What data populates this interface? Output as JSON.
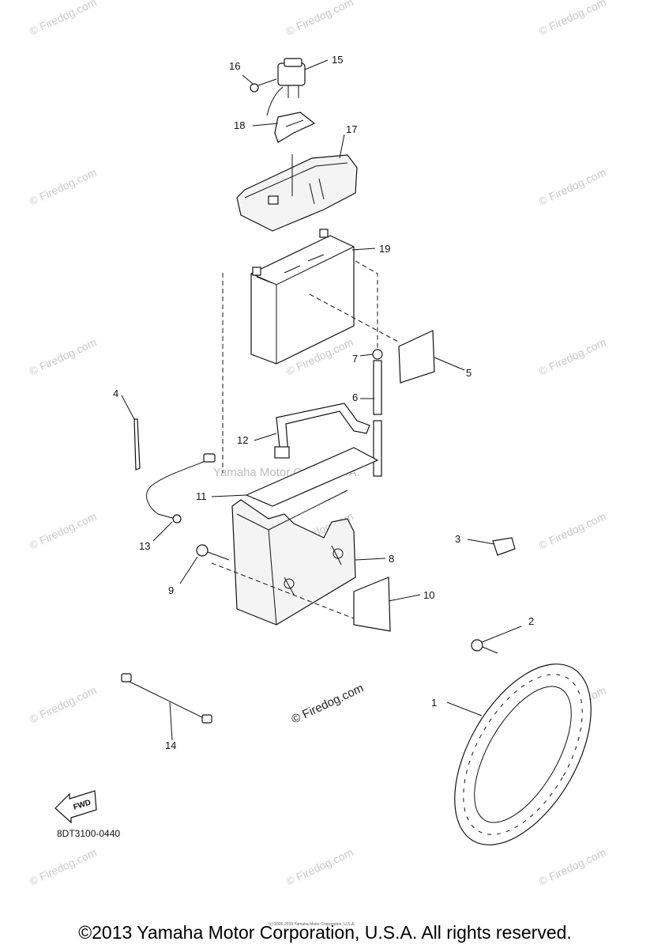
{
  "watermark": "© Firedog.com",
  "center_watermark": "© Firedog.com",
  "ghost_watermark": "Yamaha Motor Corp. U.S.A.",
  "diagram_code": "8DT3100-0440",
  "fwd_label": "FWD",
  "tiny_notice": "(c) 2005-2015 Yamaha Motor Corporation, U.S.A.",
  "copyright": "©2013 Yamaha Motor Corporation, U.S.A. All rights reserved.",
  "part_numbers": [
    "1",
    "2",
    "3",
    "4",
    "5",
    "6",
    "7",
    "8",
    "9",
    "10",
    "11",
    "12",
    "13",
    "14",
    "15",
    "16",
    "17",
    "18",
    "19"
  ]
}
